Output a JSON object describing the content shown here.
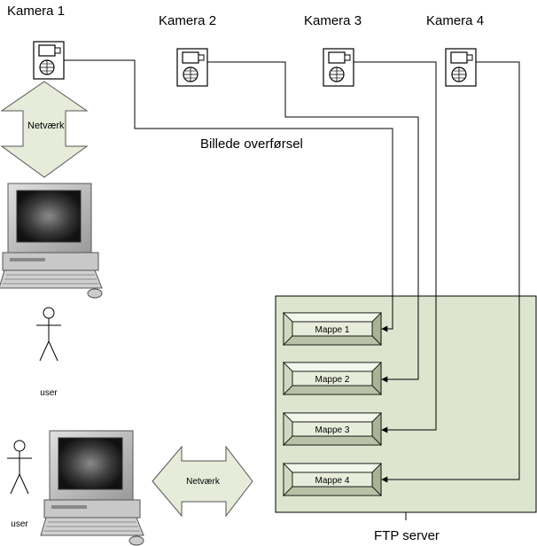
{
  "cameras": [
    {
      "label": "Kamera 1"
    },
    {
      "label": "Kamera 2"
    },
    {
      "label": "Kamera 3"
    },
    {
      "label": "Kamera 4"
    }
  ],
  "transfer_label": "Billede overførsel",
  "network_label_top": "Netværk",
  "network_label_bottom": "Netværk",
  "users": [
    {
      "label": "user"
    },
    {
      "label": "user"
    }
  ],
  "folders": [
    {
      "label": "Mappe 1"
    },
    {
      "label": "Mappe 2"
    },
    {
      "label": "Mappe 3"
    },
    {
      "label": "Mappe 4"
    }
  ],
  "server_label": "FTP server",
  "colors": {
    "server_fill": "#dde5cf",
    "arrow_fill": "#e6ecd9",
    "folder_fill": "#e8eddb"
  }
}
